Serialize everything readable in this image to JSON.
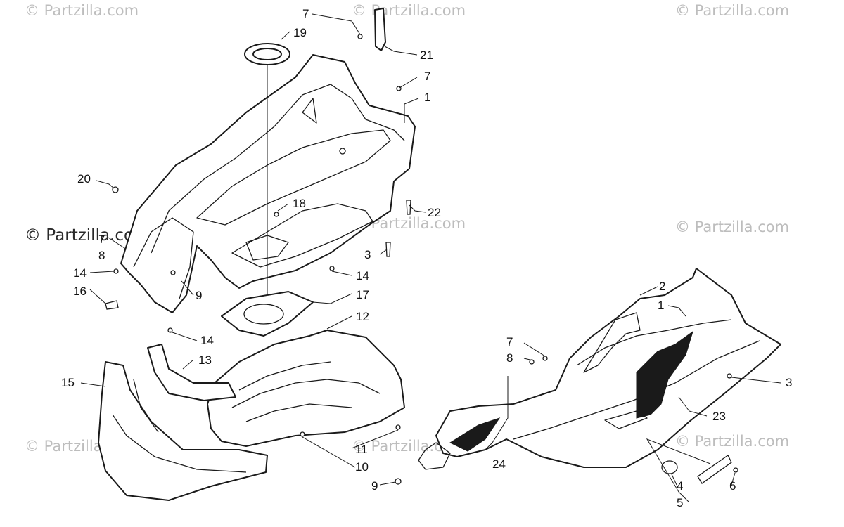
{
  "watermarks": {
    "light": "© Partzilla.com",
    "dark": "© Partzilla.com"
  },
  "callouts": {
    "c7a": "7",
    "c19": "19",
    "c21": "21",
    "c7b": "7",
    "c1a": "1",
    "c20": "20",
    "c18": "18",
    "c22": "22",
    "c7c": "7",
    "c8a": "8",
    "c3a": "3",
    "c14a": "14",
    "c14b": "14",
    "c16": "16",
    "c9a": "9",
    "c17": "17",
    "c12": "12",
    "c14c": "14",
    "c13": "13",
    "c15": "15",
    "c11": "11",
    "c10": "10",
    "c2": "2",
    "c1b": "1",
    "c7d": "7",
    "c8b": "8",
    "c3b": "3",
    "c23": "23",
    "c24": "24",
    "c9b": "9",
    "c4": "4",
    "c5": "5",
    "c6": "6"
  },
  "icons": {
    "upper": "upper-body-panel-icon",
    "belly": "belly-pan-icon",
    "side": "side-panel-icon"
  },
  "colors": {
    "line": "#1a1a1a",
    "watermark": "#bdbdbd",
    "background": "#ffffff"
  }
}
